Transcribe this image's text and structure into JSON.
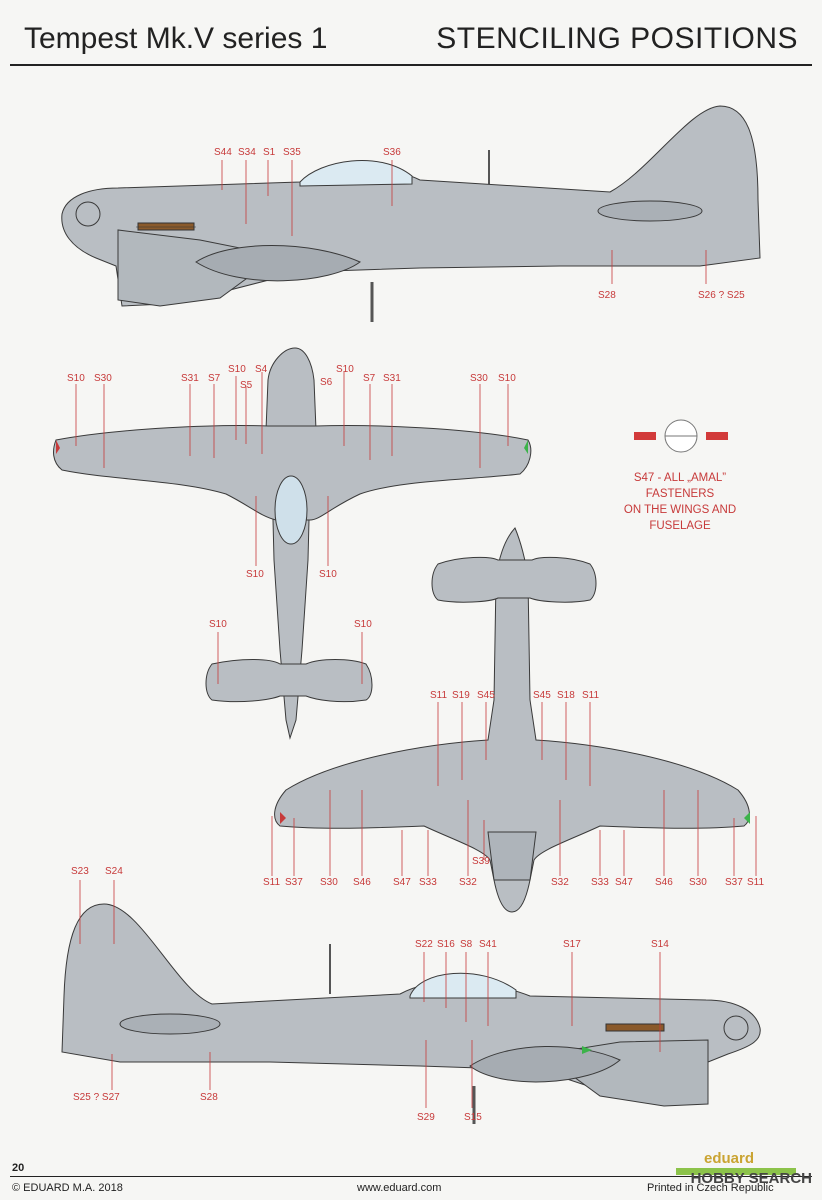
{
  "header": {
    "title": "Tempest Mk.V series 1",
    "section": "STENCILING POSITIONS"
  },
  "note": {
    "lines": [
      "S47 - ALL „AMAL”",
      "FASTENERS",
      "ON THE WINGS AND",
      "FUSELAGE"
    ]
  },
  "labels": {
    "side1": [
      "S44",
      "S34",
      "S1",
      "S35",
      "S36",
      "S28",
      "S26 ? S25"
    ],
    "top": [
      "S10",
      "S30",
      "S31",
      "S7",
      "S10",
      "S5",
      "S4",
      "S6",
      "S10",
      "S7",
      "S31",
      "S30",
      "S10",
      "S10",
      "S10",
      "S10",
      "S10"
    ],
    "bottom": [
      "S11",
      "S19",
      "S45",
      "S45",
      "S18",
      "S11",
      "S39",
      "S11",
      "S37",
      "S30",
      "S46",
      "S47",
      "S33",
      "S32",
      "S32",
      "S33",
      "S47",
      "S46",
      "S30",
      "S37",
      "S11"
    ],
    "side2": [
      "S23",
      "S24",
      "S22",
      "S16",
      "S8",
      "S41",
      "S17",
      "S14",
      "S25 ? S27",
      "S28",
      "S29",
      "S15"
    ]
  },
  "footer": {
    "page_number": "20",
    "copyright": "© EDUARD M.A. 2018",
    "website": "www.eduard.com",
    "printed": "Printed in Czech Republic",
    "brand": "eduard",
    "watermark": "HOBBY SEARCH"
  },
  "colors": {
    "accent_red": "#c73a3a",
    "aircraft_grey": "#b9bec3",
    "outline": "#3a3a3a",
    "nav_green": "#3cb34a"
  }
}
